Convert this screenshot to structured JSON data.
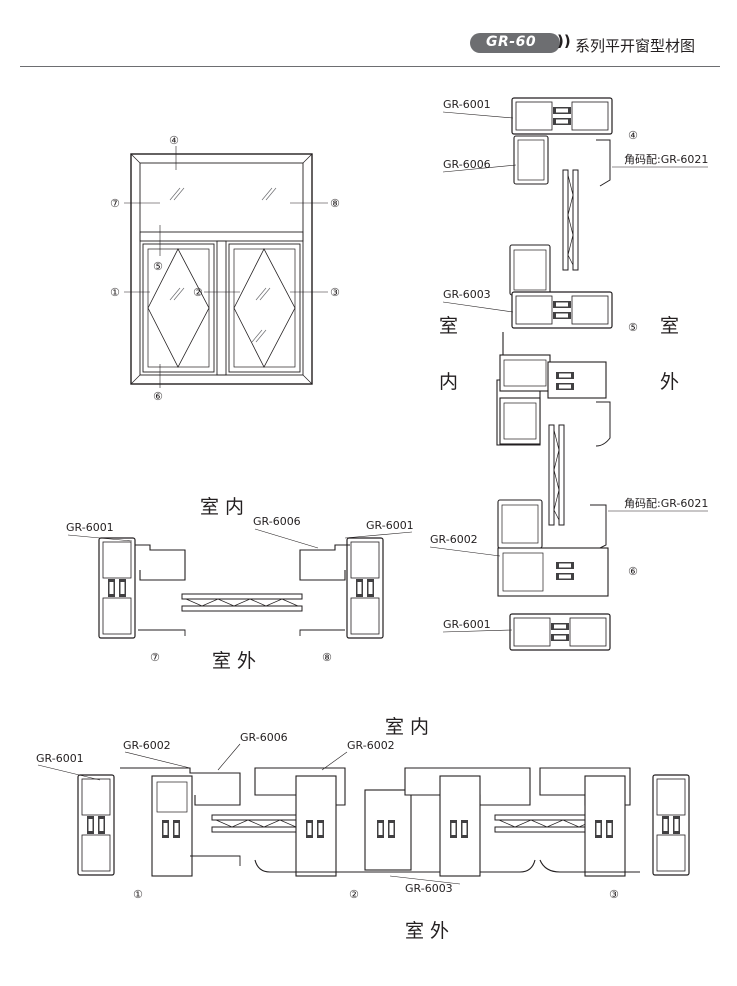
{
  "header": {
    "badge": "GR-60",
    "chevrons": "))",
    "title": "系列平开窗型材图"
  },
  "elevation": {
    "markers": [
      "④",
      "⑦",
      "⑧",
      "⑤",
      "①",
      "②",
      "③",
      "⑥"
    ]
  },
  "vertical_section": {
    "labels": {
      "gr6001_top": "GR-6001",
      "gr6006": "GR-6006",
      "corner_top": "角码配:GR-6021",
      "marker_4": "④",
      "gr6003": "GR-6003",
      "marker_5": "⑤",
      "indoor_1": "室",
      "indoor_2": "内",
      "outdoor_1": "室",
      "outdoor_2": "外",
      "corner_bottom": "角码配:GR-6021",
      "gr6002": "GR-6002",
      "marker_6": "⑥",
      "gr6001_bottom": "GR-6001"
    }
  },
  "section_78": {
    "indoor": "室 内",
    "outdoor": "室 外",
    "gr6001_left": "GR-6001",
    "gr6006": "GR-6006",
    "gr6001_right": "GR-6001",
    "marker_7": "⑦",
    "marker_8": "⑧"
  },
  "section_123": {
    "indoor": "室 内",
    "outdoor": "室 外",
    "gr6001": "GR-6001",
    "gr6002_left": "GR-6002",
    "gr6006": "GR-6006",
    "gr6002_right": "GR-6002",
    "gr6003": "GR-6003",
    "marker_1": "①",
    "marker_2": "②",
    "marker_3": "③"
  },
  "colors": {
    "line": "#231f20",
    "badge": "#6d6e71",
    "gasket": "#414042"
  }
}
